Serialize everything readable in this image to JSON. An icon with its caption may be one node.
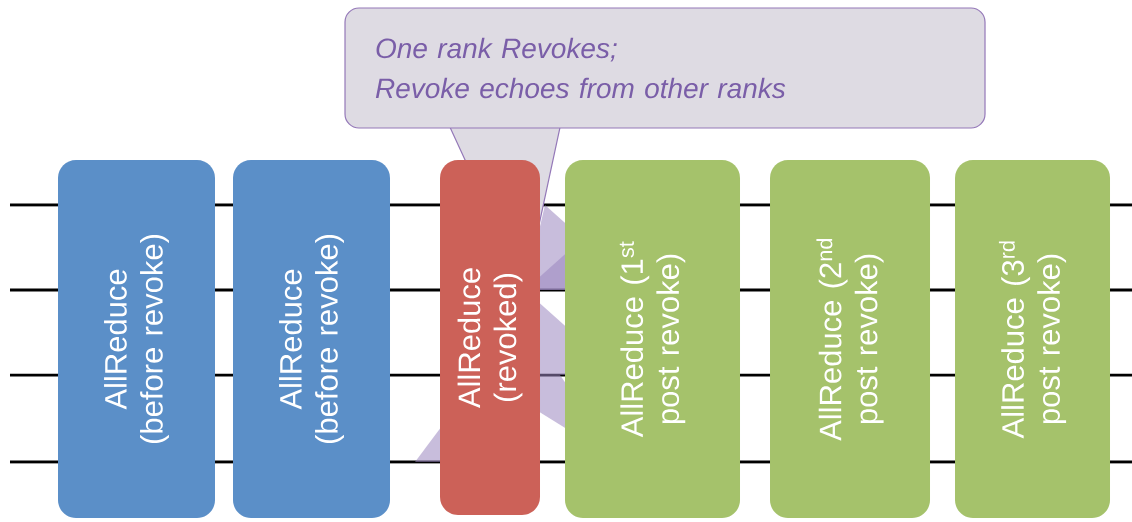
{
  "diagram": {
    "nodes": [
      {
        "text": [
          "One rank Revokes;",
          "Revoke echoes from other ranks"
        ]
      },
      {
        "text": [
          "AllReduce (before revoke)"
        ]
      },
      {
        "text": [
          "AllReduce (before revoke)"
        ]
      },
      {
        "text": [
          "AllReduce (revoked)"
        ]
      },
      {
        "text": [
          "AllReduce (1$^{st}$ post revoke)"
        ]
      },
      {
        "text": [
          "AllReduce (2$^{nd}$ post revoke)"
        ]
      },
      {
        "text": [
          "AllReduce (3$^{rd}$ post revoke)"
        ]
      }
    ]
  }
}
